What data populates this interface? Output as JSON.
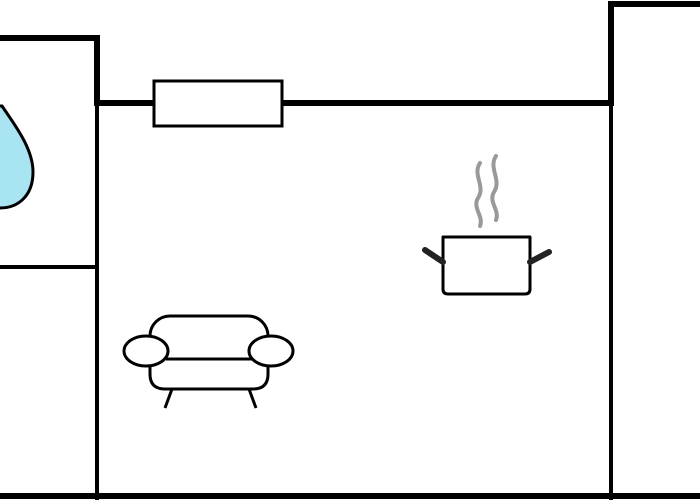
{
  "colors": {
    "wall": "#000000",
    "background": "#ffffff",
    "water_drop_fill": "#a8e4f2",
    "steam": "#999999",
    "pot_handle": "#222222"
  },
  "rooms": [
    {
      "id": "bathroom",
      "icon": "water-drop-icon"
    },
    {
      "id": "living-kitchen",
      "icons": [
        "sofa-icon",
        "cooking-pot-icon",
        "steam-icon"
      ]
    },
    {
      "id": "right-room"
    }
  ],
  "fixtures": [
    {
      "id": "window",
      "icon": "window-icon"
    }
  ]
}
